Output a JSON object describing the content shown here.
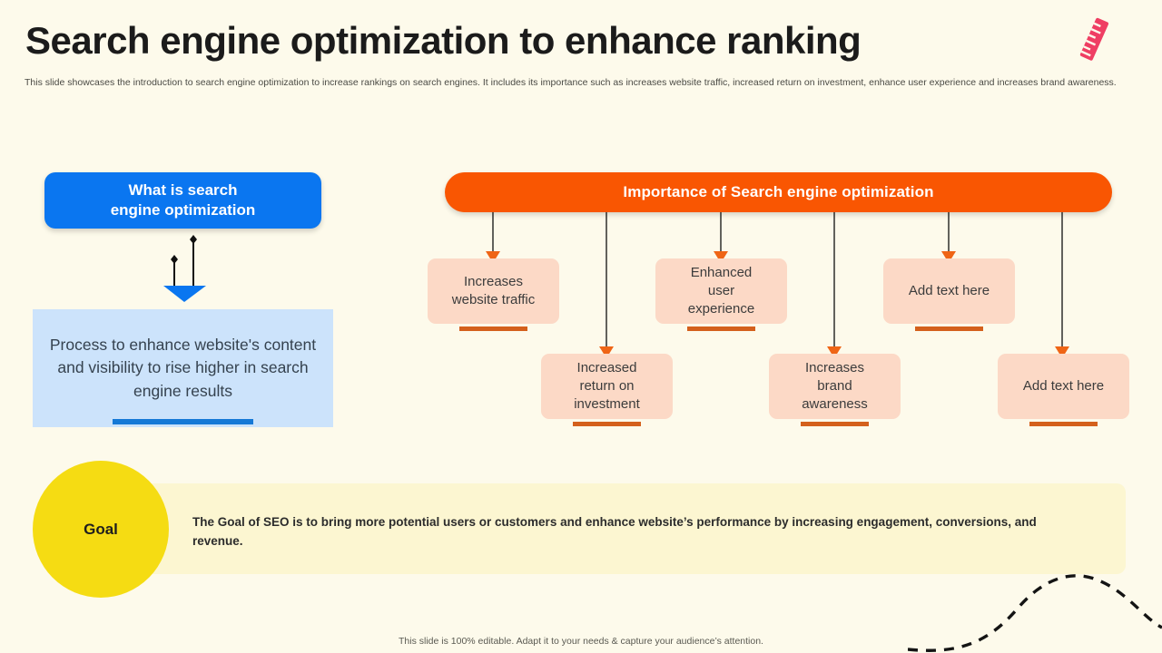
{
  "header": {
    "title": "Search engine optimization to enhance ranking",
    "subtitle": "This slide showcases the introduction to search engine optimization to increase rankings on search engines. It includes its importance such as increases website traffic, increased return on investment, enhance user experience and increases brand awareness.",
    "logo_icon": "ruler-icon"
  },
  "colors": {
    "background": "#fdfaeb",
    "blue_primary": "#0a76f0",
    "blue_light": "#cce3fb",
    "blue_underline": "#1579d6",
    "orange_primary": "#f95602",
    "card_peach": "#fcd9c6",
    "card_underline": "#d4601c",
    "goal_yellow": "#f5dc13",
    "goal_banner": "#fcf6d1",
    "logo_pink": "#ef3e63"
  },
  "definition": {
    "heading": "What is search\nengine optimization",
    "description": "Process to enhance website's content and visibility to rise higher in search engine results"
  },
  "importance": {
    "heading": "Importance of Search engine optimization",
    "cards": [
      {
        "label": "Increases\nwebsite traffic"
      },
      {
        "label": "Increased\nreturn on\ninvestment"
      },
      {
        "label": "Enhanced\nuser\nexperience"
      },
      {
        "label": "Increases\nbrand\nawareness"
      },
      {
        "label": "Add text here"
      },
      {
        "label": "Add text here"
      }
    ]
  },
  "goal": {
    "badge_label": "Goal",
    "text": "The Goal of SEO is to bring more potential users or customers and enhance website’s performance by increasing engagement, conversions, and revenue."
  },
  "footer": {
    "note": "This slide is 100% editable. Adapt it to your needs & capture your audience’s attention."
  }
}
